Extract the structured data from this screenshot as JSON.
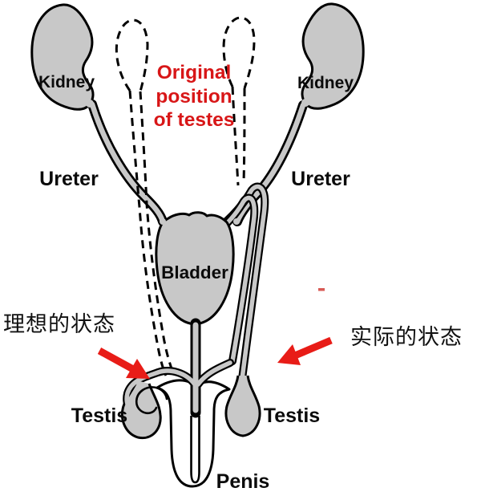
{
  "diagram": {
    "labels": {
      "kidney_left": "Kidney",
      "kidney_right": "Kidney",
      "ureter_left": "Ureter",
      "ureter_right": "Ureter",
      "bladder": "Bladder",
      "testis_left": "Testis",
      "testis_right": "Testis",
      "penis": "Penis"
    },
    "original_position_note": {
      "line1": "Original",
      "line2": "position",
      "line3": "of testes"
    },
    "callouts": {
      "ideal": "理想的状态",
      "actual": "实际的状态"
    },
    "colors": {
      "organ_fill": "#c8c8c8",
      "outline": "#000000",
      "note_red": "#d81617",
      "arrow_red": "#e81c17",
      "background": "#ffffff"
    }
  }
}
